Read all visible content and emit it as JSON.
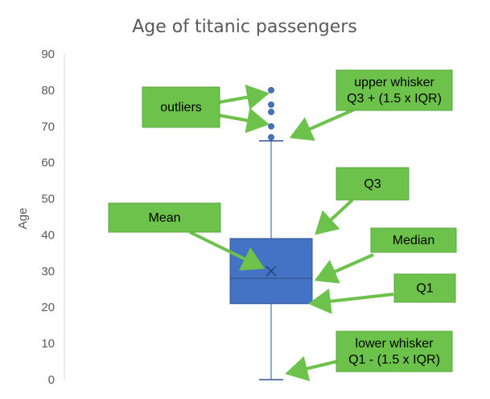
{
  "chart_data": {
    "type": "box",
    "title": "Age of titanic passengers",
    "ylabel": "Age",
    "ylim": [
      0,
      90
    ],
    "yticks": [
      0,
      10,
      20,
      30,
      40,
      50,
      60,
      70,
      80,
      90
    ],
    "grid": false,
    "box": {
      "min": 0,
      "q1": 21,
      "median": 28,
      "mean": 30,
      "q3": 39,
      "max": 66,
      "outliers": [
        67,
        70,
        74,
        76,
        80
      ]
    },
    "colors": {
      "box": "#4472c4",
      "box_edge": "#2f5597",
      "callout": "#6cc24a"
    }
  },
  "annotations": {
    "outliers": [
      "outliers"
    ],
    "upper_whisker": [
      "upper whisker",
      "Q3 + (1.5 x IQR)"
    ],
    "q3": [
      "Q3"
    ],
    "mean": [
      "Mean"
    ],
    "median": [
      "Median"
    ],
    "q1": [
      "Q1"
    ],
    "lower_whisker": [
      "lower whisker",
      "Q1 - (1.5 x IQR)"
    ]
  }
}
